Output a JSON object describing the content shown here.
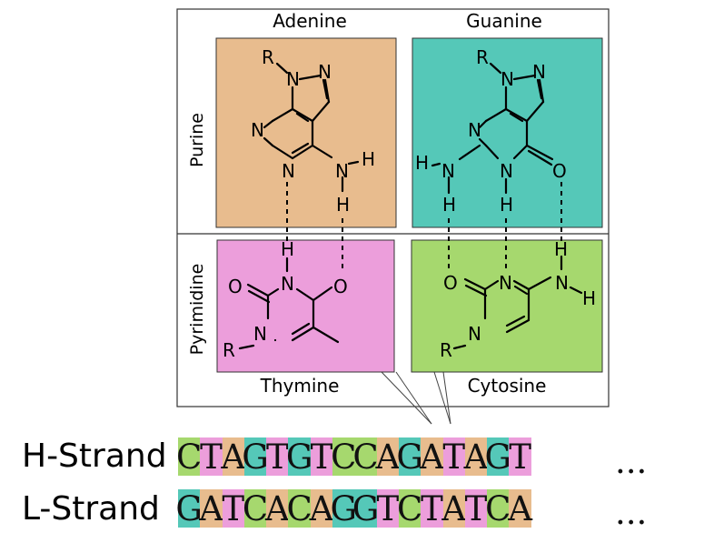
{
  "diagram": {
    "row_labels": {
      "purine": "Purine",
      "pyrimidine": "Pyrimidine"
    },
    "bases": {
      "adenine": {
        "name": "Adenine",
        "color": "#e8bc8e"
      },
      "guanine": {
        "name": "Guanine",
        "color": "#55c8b8"
      },
      "thymine": {
        "name": "Thymine",
        "color": "#ec9edb"
      },
      "cytosine": {
        "name": "Cytosine",
        "color": "#a6d86e"
      }
    },
    "atoms": {
      "R": "R",
      "N": "N",
      "H": "H",
      "O": "O"
    }
  },
  "strands": {
    "h": {
      "label": "H-Strand",
      "sequence": [
        "C",
        "T",
        "A",
        "G",
        "T",
        "G",
        "T",
        "C",
        "C",
        "A",
        "G",
        "A",
        "T",
        "A",
        "G",
        "T"
      ],
      "ellipsis": "..."
    },
    "l": {
      "label": "L-Strand",
      "sequence": [
        "G",
        "A",
        "T",
        "C",
        "A",
        "C",
        "A",
        "G",
        "G",
        "T",
        "C",
        "T",
        "A",
        "T",
        "C",
        "A"
      ],
      "ellipsis": "..."
    }
  },
  "strand_colors": {
    "A": "#e8bc8e",
    "G": "#55c8b8",
    "T": "#ec9edb",
    "C": "#a6d86e"
  }
}
